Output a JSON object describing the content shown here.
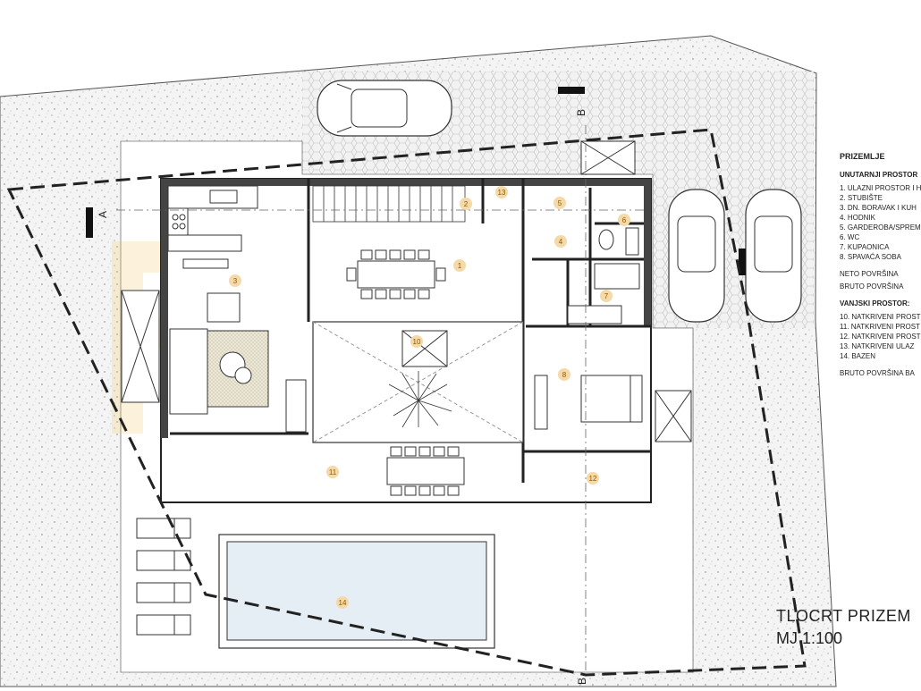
{
  "legend": {
    "heading": "PRIZEMLJE",
    "interior_heading": "UNUTARNJI PROSTOR",
    "interior_items": [
      "1. ULAZNI PROSTOR I H",
      "2. STUBIŠTE",
      "3. DN. BORAVAK I KUH",
      "4. HODNIK",
      "5. GARDEROBA/SPREM",
      "6. WC",
      "7. KUPAONICA",
      "8. SPAVAĆA SOBA"
    ],
    "neto": "NETO POVRŠINA",
    "bruto": "BRUTO POVRŠINA",
    "exterior_heading": "VANJSKI PROSTOR:",
    "exterior_items": [
      "10. NATKRIVENI PROST",
      "11. NATKRIVENI PROST",
      "12. NATKRIVENI PROST",
      "13. NATKRIVENI ULAZ",
      "14. BAZEN"
    ],
    "bruto_total": "BRUTO POVRŠINA BA"
  },
  "title": {
    "line1": "TLOCRT PRIZEM",
    "line2": "MJ 1:100"
  },
  "section_marks": {
    "a_left": "A",
    "b_top": "B",
    "b_bottom": "B"
  },
  "room_numbers": [
    "1",
    "2",
    "3",
    "4",
    "5",
    "6",
    "7",
    "8",
    "10",
    "11",
    "12",
    "13",
    "14"
  ],
  "colors": {
    "wall": "#222222",
    "paving": "#efefef",
    "marker": "#f5d9a8",
    "marker_text": "#8a5a00",
    "pool": "#e6eef5",
    "watermark": "#f6c35a"
  }
}
